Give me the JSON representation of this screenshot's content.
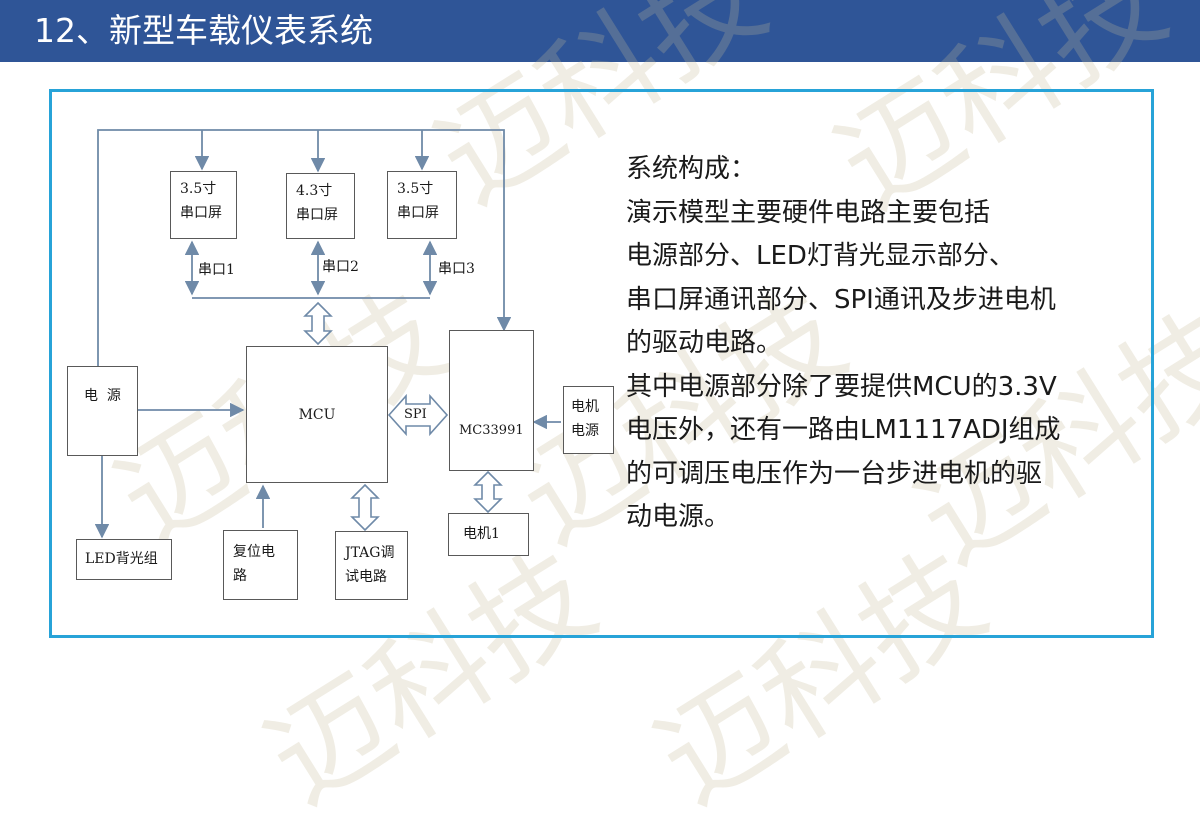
{
  "header": {
    "title": "12、新型车载仪表系统"
  },
  "watermark": "迈科技",
  "diagram": {
    "screen1": {
      "line1": "3.5寸",
      "line2": "串口屏"
    },
    "screen2": {
      "line1": "4.3寸",
      "line2": "串口屏"
    },
    "screen3": {
      "line1": "3.5寸",
      "line2": "串口屏"
    },
    "uart1": "串口1",
    "uart2": "串口2",
    "uart3": "串口3",
    "power": "电  源",
    "mcu": "MCU",
    "spi": "SPI",
    "mc33991": "MC33991",
    "motor_power": {
      "line1": "电机",
      "line2": "电源"
    },
    "motor1": "电机1",
    "led": "LED背光组",
    "reset": {
      "line1": "复位电",
      "line2": "路"
    },
    "jtag": {
      "line1": "JTAG调",
      "line2": "试电路"
    }
  },
  "description": {
    "lines": [
      "系统构成：",
      "演示模型主要硬件电路主要包括",
      "电源部分、LED灯背光显示部分、",
      "串口屏通讯部分、SPI通讯及步进电机",
      "的驱动电路。",
      "其中电源部分除了要提供MCU的3.3V",
      "电压外，还有一路由LM1117ADJ组成",
      "的可调压电压作为一台步进电机的驱",
      "动电源。"
    ]
  },
  "colors": {
    "header": "#2f5597",
    "frame": "#27a3d8",
    "line": "#6f8aa8",
    "watermark": "#c4b896"
  }
}
